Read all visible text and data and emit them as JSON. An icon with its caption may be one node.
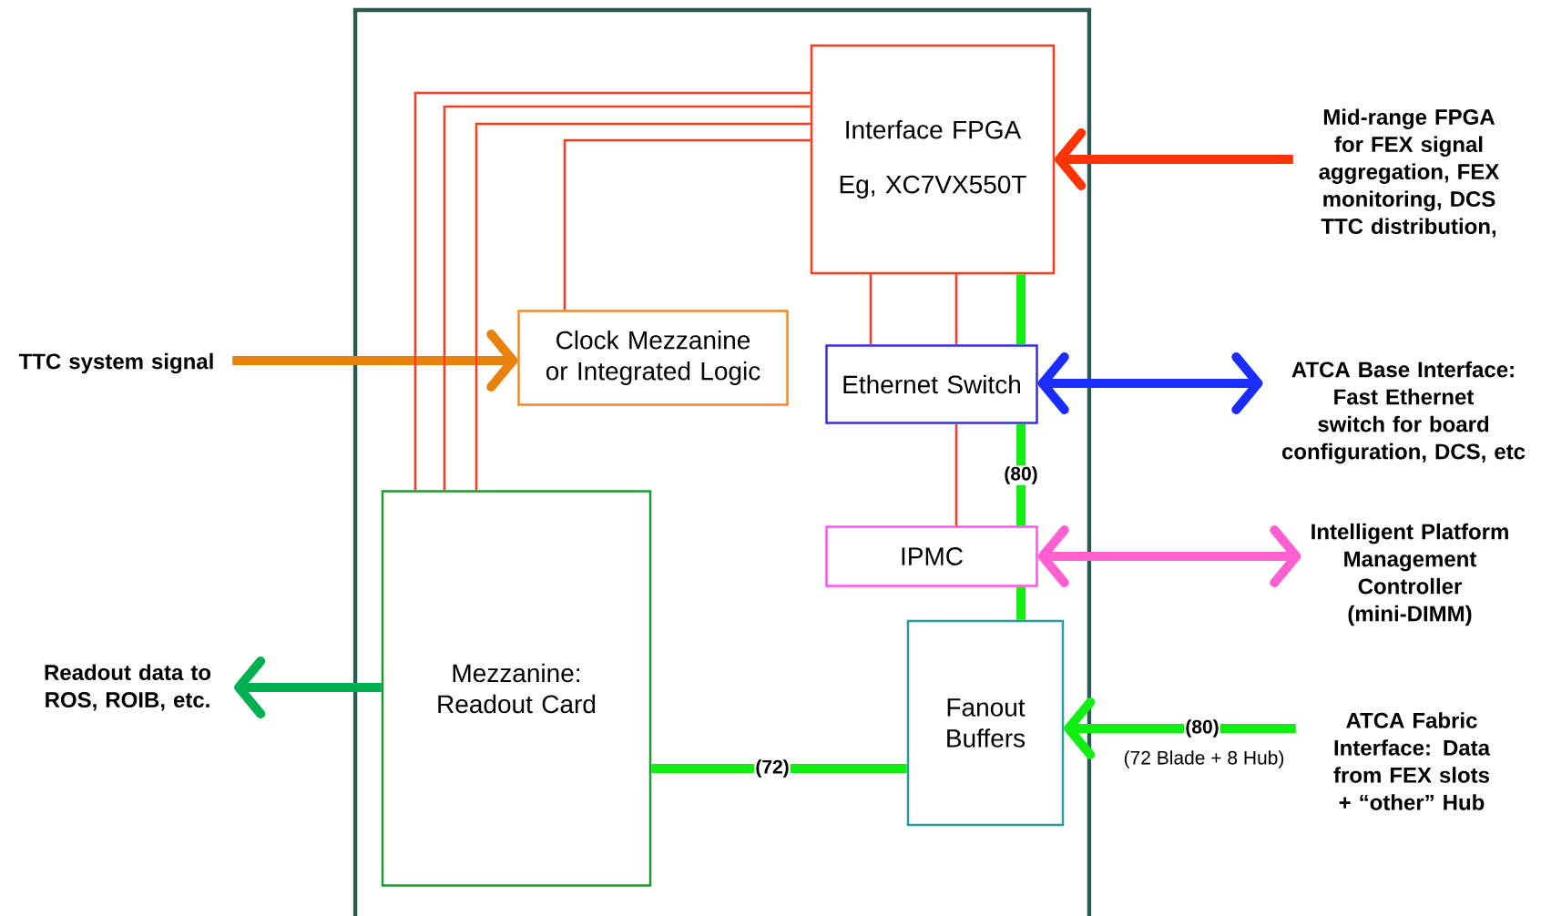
{
  "diagram": {
    "nodes": [
      {
        "text": [],
        "shape": "box"
      },
      {
        "text": [
          "Interface FPGA",
          "Eg, XC7VX550T"
        ],
        "in": 0
      },
      {
        "text": [
          "Clock Mezzanine or Integrated Logic"
        ],
        "in": 0
      },
      {
        "text": [
          "Ethernet Switch"
        ],
        "in": 0
      },
      {
        "text": [
          "IPMC"
        ],
        "in": 0
      },
      {
        "text": [
          "Mezzanine: Readout Card"
        ],
        "in": 0
      },
      {
        "text": [
          "Fanout Buffers"
        ],
        "in": 0
      },
      {
        "text": [
          "Mid-range FPGA for FEX signal aggregation, FEX monitoring, DCS TTC distribution,"
        ]
      },
      {
        "text": [
          "TTC system signal"
        ]
      },
      {
        "text": [
          "ATCA Base Interface: Fast Ethernet switch for board configuration, DCS, etc"
        ]
      },
      {
        "text": [
          "Readout data to ROS, ROIB, etc."
        ]
      },
      {
        "text": [
          "Intelligent Platform Management Controller (mini-DIMM)"
        ]
      },
      {
        "text": [
          "ATCA Fabric Interface: Data from FEX slots + “other” Hub"
        ]
      }
    ],
    "edges": [
      {
        "from": 7,
        "to": 1,
        "arrow": "to",
        "color": "#ff3300"
      },
      {
        "from": 8,
        "to": 2,
        "arrow": "to",
        "color": "#e8820c"
      },
      {
        "from": 3,
        "to": 9,
        "arrow": "both",
        "color": "#1a2cff"
      },
      {
        "from": 4,
        "to": 11,
        "arrow": "both",
        "color": "#ff5fd0"
      },
      {
        "from": 5,
        "to": 10,
        "arrow": "to",
        "color": "#00b050"
      },
      {
        "from": 12,
        "to": 6,
        "arrow": "to",
        "color": "#11ee11",
        "label": "(80)"
      },
      {
        "from": 5,
        "to": 6,
        "arrow": "none",
        "color": "#11ee11",
        "label": "(72)"
      },
      {
        "from": 1,
        "to": 3,
        "arrow": "none",
        "color": "#11ee11"
      },
      {
        "from": 3,
        "to": 4,
        "arrow": "none",
        "color": "#11ee11",
        "label": "(80)"
      },
      {
        "from": 4,
        "to": 6,
        "arrow": "none",
        "color": "#11ee11"
      },
      {
        "from": 1,
        "to": 5,
        "arrow": "none"
      },
      {
        "from": 1,
        "to": 5,
        "arrow": "none"
      },
      {
        "from": 1,
        "to": 5,
        "arrow": "none"
      },
      {
        "from": 1,
        "to": 2,
        "arrow": "none"
      },
      {
        "from": 1,
        "to": 3,
        "arrow": "none"
      },
      {
        "from": 1,
        "to": 3,
        "arrow": "none"
      },
      {
        "from": 3,
        "to": 4,
        "arrow": "none"
      }
    ],
    "labels": [
      "(72 Blade + 8 Hub)"
    ]
  }
}
